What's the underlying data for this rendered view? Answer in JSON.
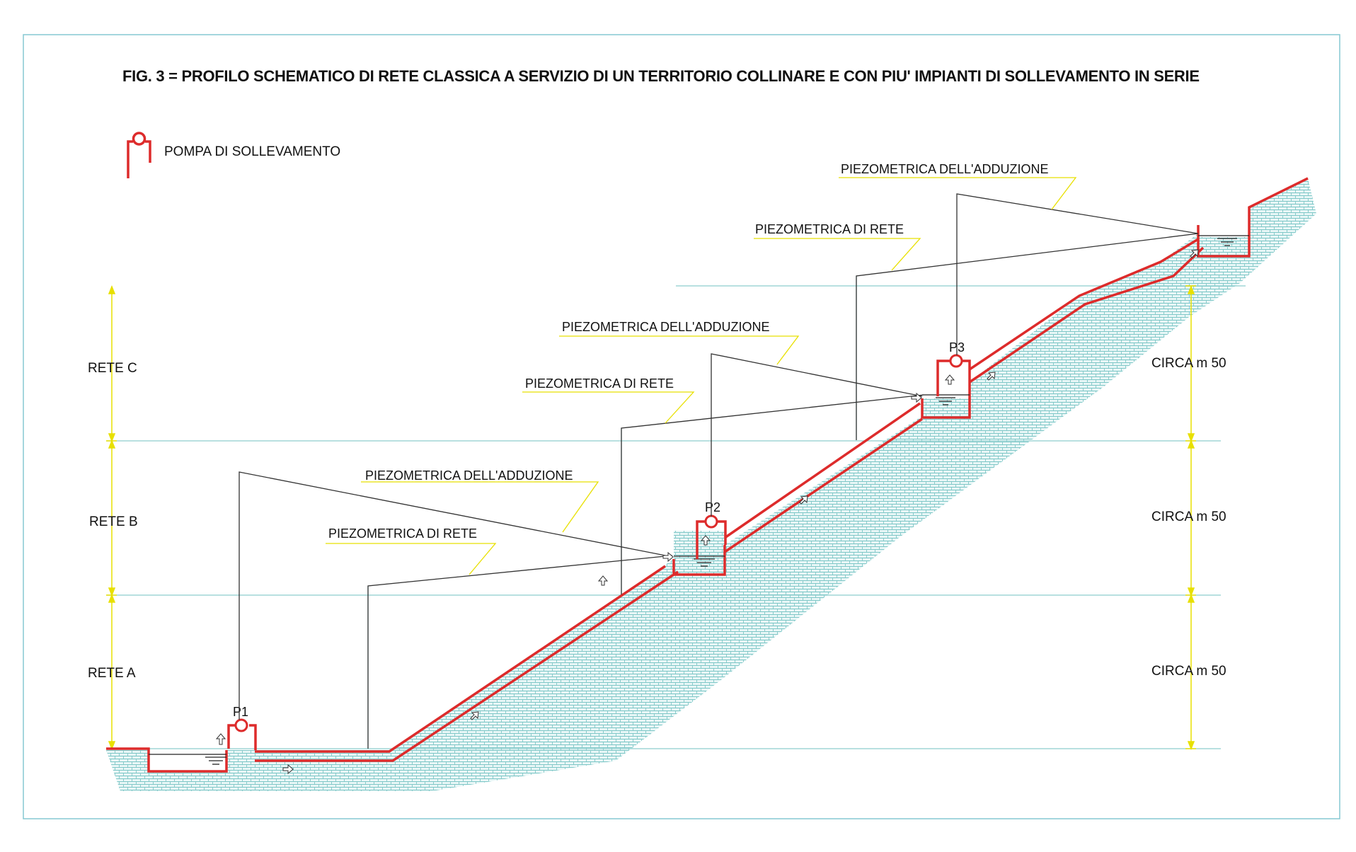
{
  "title": "FIG. 3  =  PROFILO SCHEMATICO DI RETE CLASSICA A SERVIZIO DI UN TERRITORIO COLLINARE E CON PIU' IMPIANTI DI SOLLEVAMENTO IN SERIE",
  "legend": {
    "pump_label": "POMPA DI SOLLEVAMENTO",
    "icon": "pump-icon"
  },
  "networks": [
    {
      "name": "RETE A",
      "height": "CIRCA m 50"
    },
    {
      "name": "RETE B",
      "height": "CIRCA m 50"
    },
    {
      "name": "RETE C",
      "height": "CIRCA m 50"
    }
  ],
  "pumps": [
    {
      "id": "P1"
    },
    {
      "id": "P2"
    },
    {
      "id": "P3"
    }
  ],
  "lines": {
    "adduction": "PIEZOMETRICA DELL'ADDUZIONE",
    "network": "PIEZOMETRICA DI RETE"
  },
  "colors": {
    "pipe": "#dd2b2b",
    "terrain": "#7fc7c7",
    "dimension": "#e8e000",
    "guide": "#8ecece",
    "frame": "#86c8d2"
  }
}
